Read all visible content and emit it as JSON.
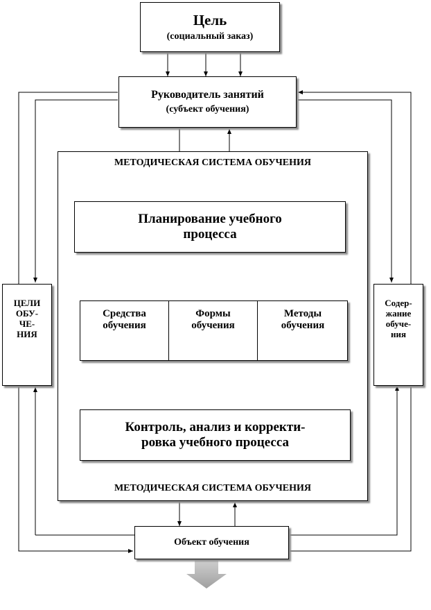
{
  "goal": {
    "title": "Цель",
    "subtitle": "(социальный заказ)"
  },
  "teacher": {
    "title": "Руководитель занятий",
    "subtitle": "(субъект обучения)"
  },
  "system": {
    "label_top": "МЕТОДИЧЕСКАЯ СИСТЕМА ОБУЧЕНИЯ",
    "label_bottom": "МЕТОДИЧЕСКАЯ СИСТЕМА ОБУЧЕНИЯ"
  },
  "planning": {
    "text": "Планирование учебного\nпроцесса"
  },
  "means": {
    "items": [
      {
        "text": "Средства\nобучения"
      },
      {
        "text": "Формы\nобучения"
      },
      {
        "text": "Методы\nобучения"
      }
    ]
  },
  "control": {
    "text": "Контроль, анализ и корректи-\nровка  учебного процесса"
  },
  "goals": {
    "text": "ЦЕЛИ\nОБУ-\nЧЕ-\nНИЯ"
  },
  "content": {
    "text": "Содер-\nжание\nобуче-\nния"
  },
  "object": {
    "text": "Объект обучения"
  },
  "colors": {
    "line": "#000000",
    "shadow": "#8c8c8c",
    "output_arrow": "#b0b0b0"
  }
}
